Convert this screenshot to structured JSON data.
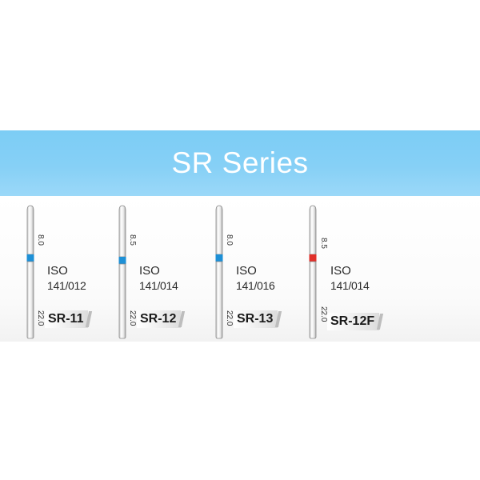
{
  "banner": {
    "title": "SR Series",
    "color": "#86d0f6"
  },
  "products": [
    {
      "head_length": "8.0",
      "total_length": "22.0",
      "iso_label": "ISO",
      "iso_code": "141/012",
      "model": "SR-11",
      "band_color": "#1e90d6"
    },
    {
      "head_length": "8.5",
      "total_length": "22.0",
      "iso_label": "ISO",
      "iso_code": "141/014",
      "model": "SR-12",
      "band_color": "#1e90d6"
    },
    {
      "head_length": "8.0",
      "total_length": "22.0",
      "iso_label": "ISO",
      "iso_code": "141/016",
      "model": "SR-13",
      "band_color": "#1e90d6"
    },
    {
      "head_length": "8.5",
      "total_length": "22.0",
      "iso_label": "ISO",
      "iso_code": "141/014",
      "model": "SR-12F",
      "band_color": "#e0302a"
    }
  ]
}
